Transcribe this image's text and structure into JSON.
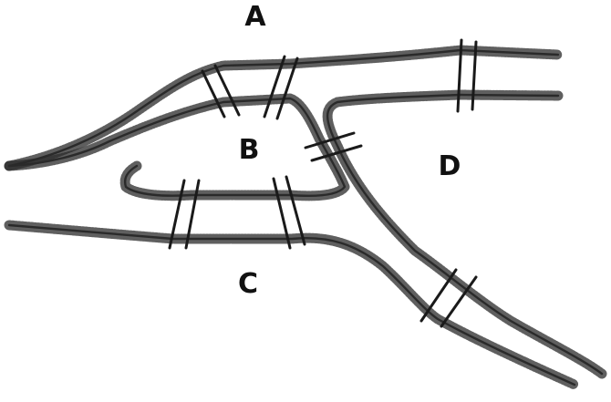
{
  "diagram": {
    "type": "konigsberg-bridges-map",
    "regions": [
      {
        "id": "A",
        "label": "A"
      },
      {
        "id": "B",
        "label": "B"
      },
      {
        "id": "C",
        "label": "C"
      },
      {
        "id": "D",
        "label": "D"
      }
    ],
    "bridges": [
      {
        "id": "bridge-1",
        "connects": [
          "A",
          "B"
        ]
      },
      {
        "id": "bridge-2",
        "connects": [
          "A",
          "B"
        ]
      },
      {
        "id": "bridge-3",
        "connects": [
          "B",
          "C"
        ]
      },
      {
        "id": "bridge-4",
        "connects": [
          "B",
          "C"
        ]
      },
      {
        "id": "bridge-5",
        "connects": [
          "B",
          "D"
        ]
      },
      {
        "id": "bridge-6",
        "connects": [
          "A",
          "D"
        ]
      },
      {
        "id": "bridge-7",
        "connects": [
          "C",
          "D"
        ]
      }
    ],
    "colors": {
      "ink": "#2a2a2a",
      "background": "#ffffff"
    }
  }
}
